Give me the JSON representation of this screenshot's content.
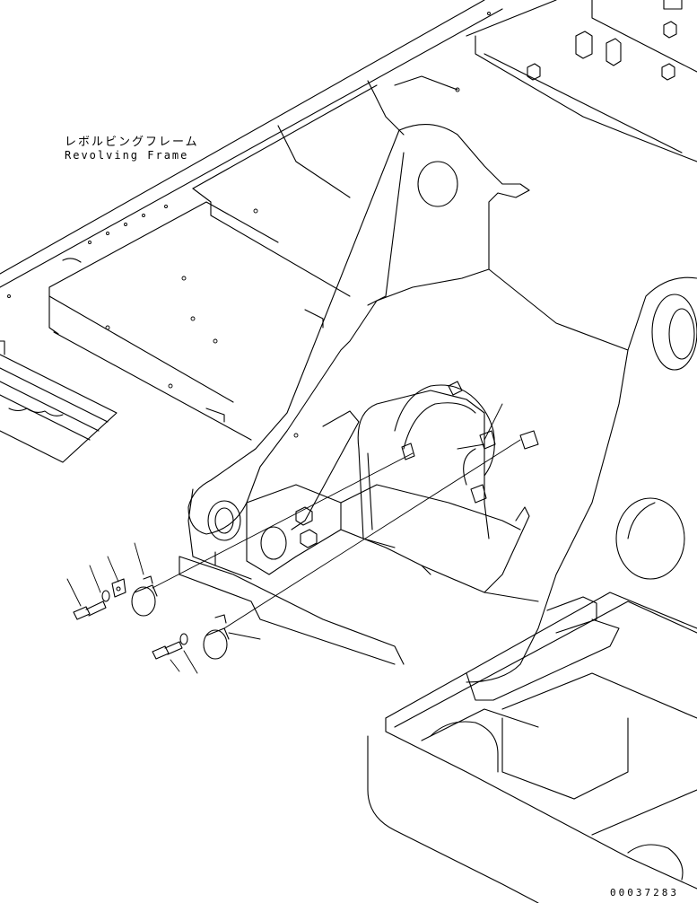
{
  "labels": {
    "part_name_jp": "レボルビングフレーム",
    "part_name_en": "Revolving Frame"
  },
  "document": {
    "id": "00037283"
  },
  "style": {
    "line_color": "#000000",
    "background": "#ffffff"
  }
}
